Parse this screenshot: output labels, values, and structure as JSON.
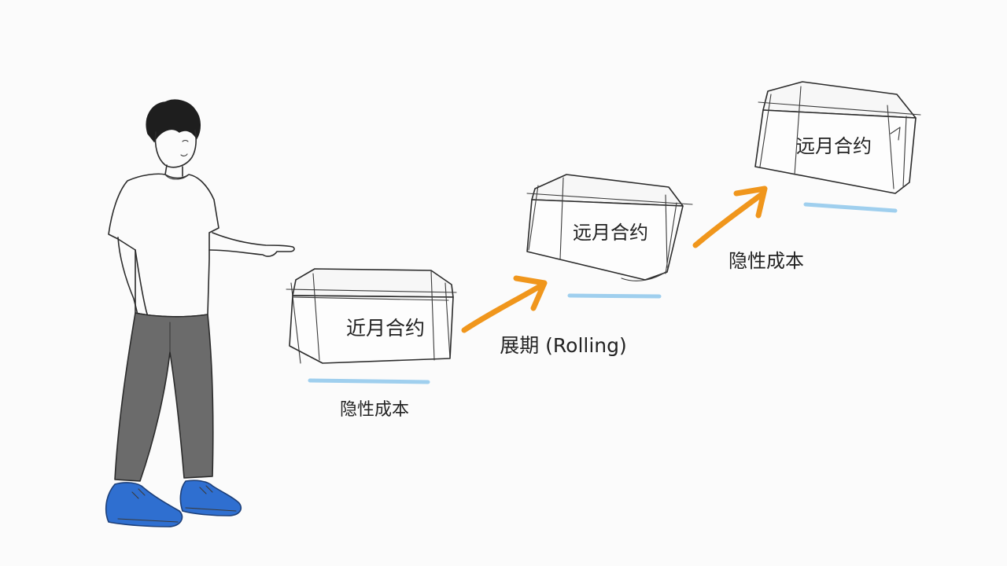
{
  "diagram": {
    "colors": {
      "arrow": "#f0961c",
      "underline": "#8fc8ec",
      "shoe": "#2f6fd0",
      "pants": "#6b6b6b",
      "ink": "#2b2b2b"
    },
    "boxes": [
      {
        "label": "近月合约",
        "cost_label": "隐性成本"
      },
      {
        "label": "远月合约"
      },
      {
        "label": "远月合约",
        "cost_label": "隐性成本"
      }
    ],
    "arrows": [
      {
        "label": "展期 (Rolling)"
      },
      {
        "label": ""
      }
    ],
    "person": {
      "icon": "person-pointing-icon"
    }
  }
}
